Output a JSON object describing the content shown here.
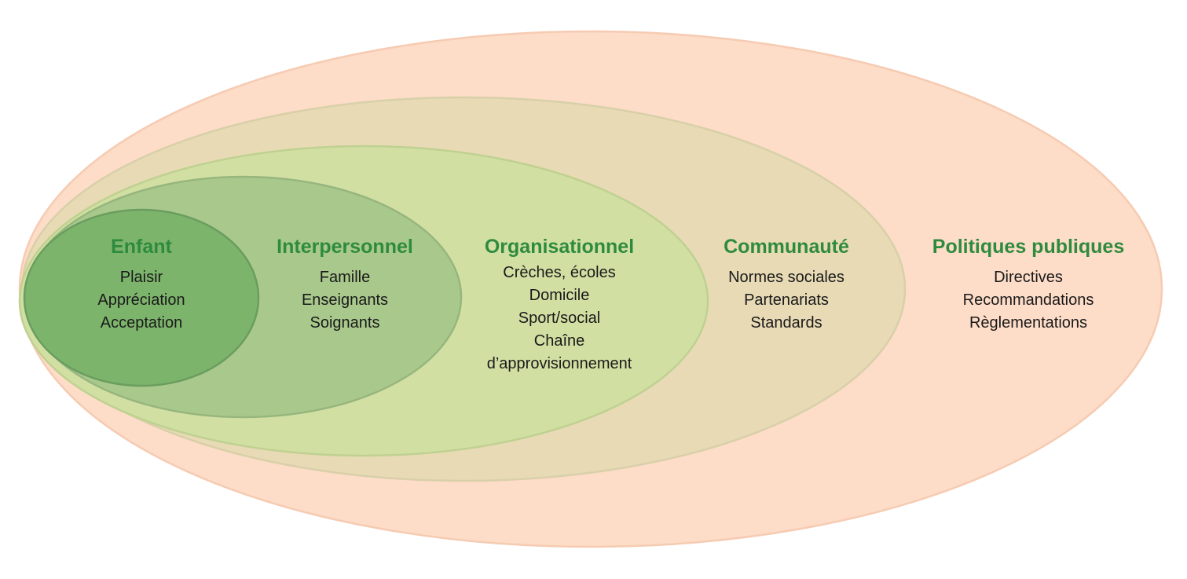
{
  "colors": {
    "title_text": "#2e8b3e",
    "item_text": "#1a1a1a",
    "politiques_fill": "#fddcc8",
    "politiques_stroke": "#f6cbb2",
    "communaute_fill": "#e8dab5",
    "communaute_stroke": "#d8d0a8",
    "organisationnel_fill": "#d2dfa3",
    "organisationnel_stroke": "#bfd191",
    "interpersonnel_fill": "#a9c98c",
    "interpersonnel_stroke": "#96b67e",
    "enfant_fill": "#7db46c",
    "enfant_stroke": "#6a9d5f"
  },
  "layers": {
    "politiques": {
      "title": "Politiques publiques",
      "items": [
        "Directives",
        "Recommandations",
        "Règlementations"
      ]
    },
    "communaute": {
      "title": "Communauté",
      "items": [
        "Normes sociales",
        "Partenariats",
        "Standards"
      ]
    },
    "organisationnel": {
      "title": "Organisationnel",
      "items": [
        "Crèches, écoles",
        "Domicile",
        "Sport/social",
        "Chaîne",
        "d’approvisionnement"
      ]
    },
    "interpersonnel": {
      "title": "Interpersonnel",
      "items": [
        "Famille",
        "Enseignants",
        "Soignants"
      ]
    },
    "enfant": {
      "title": "Enfant",
      "items": [
        "Plaisir",
        "Appréciation",
        "Acceptation"
      ]
    }
  }
}
